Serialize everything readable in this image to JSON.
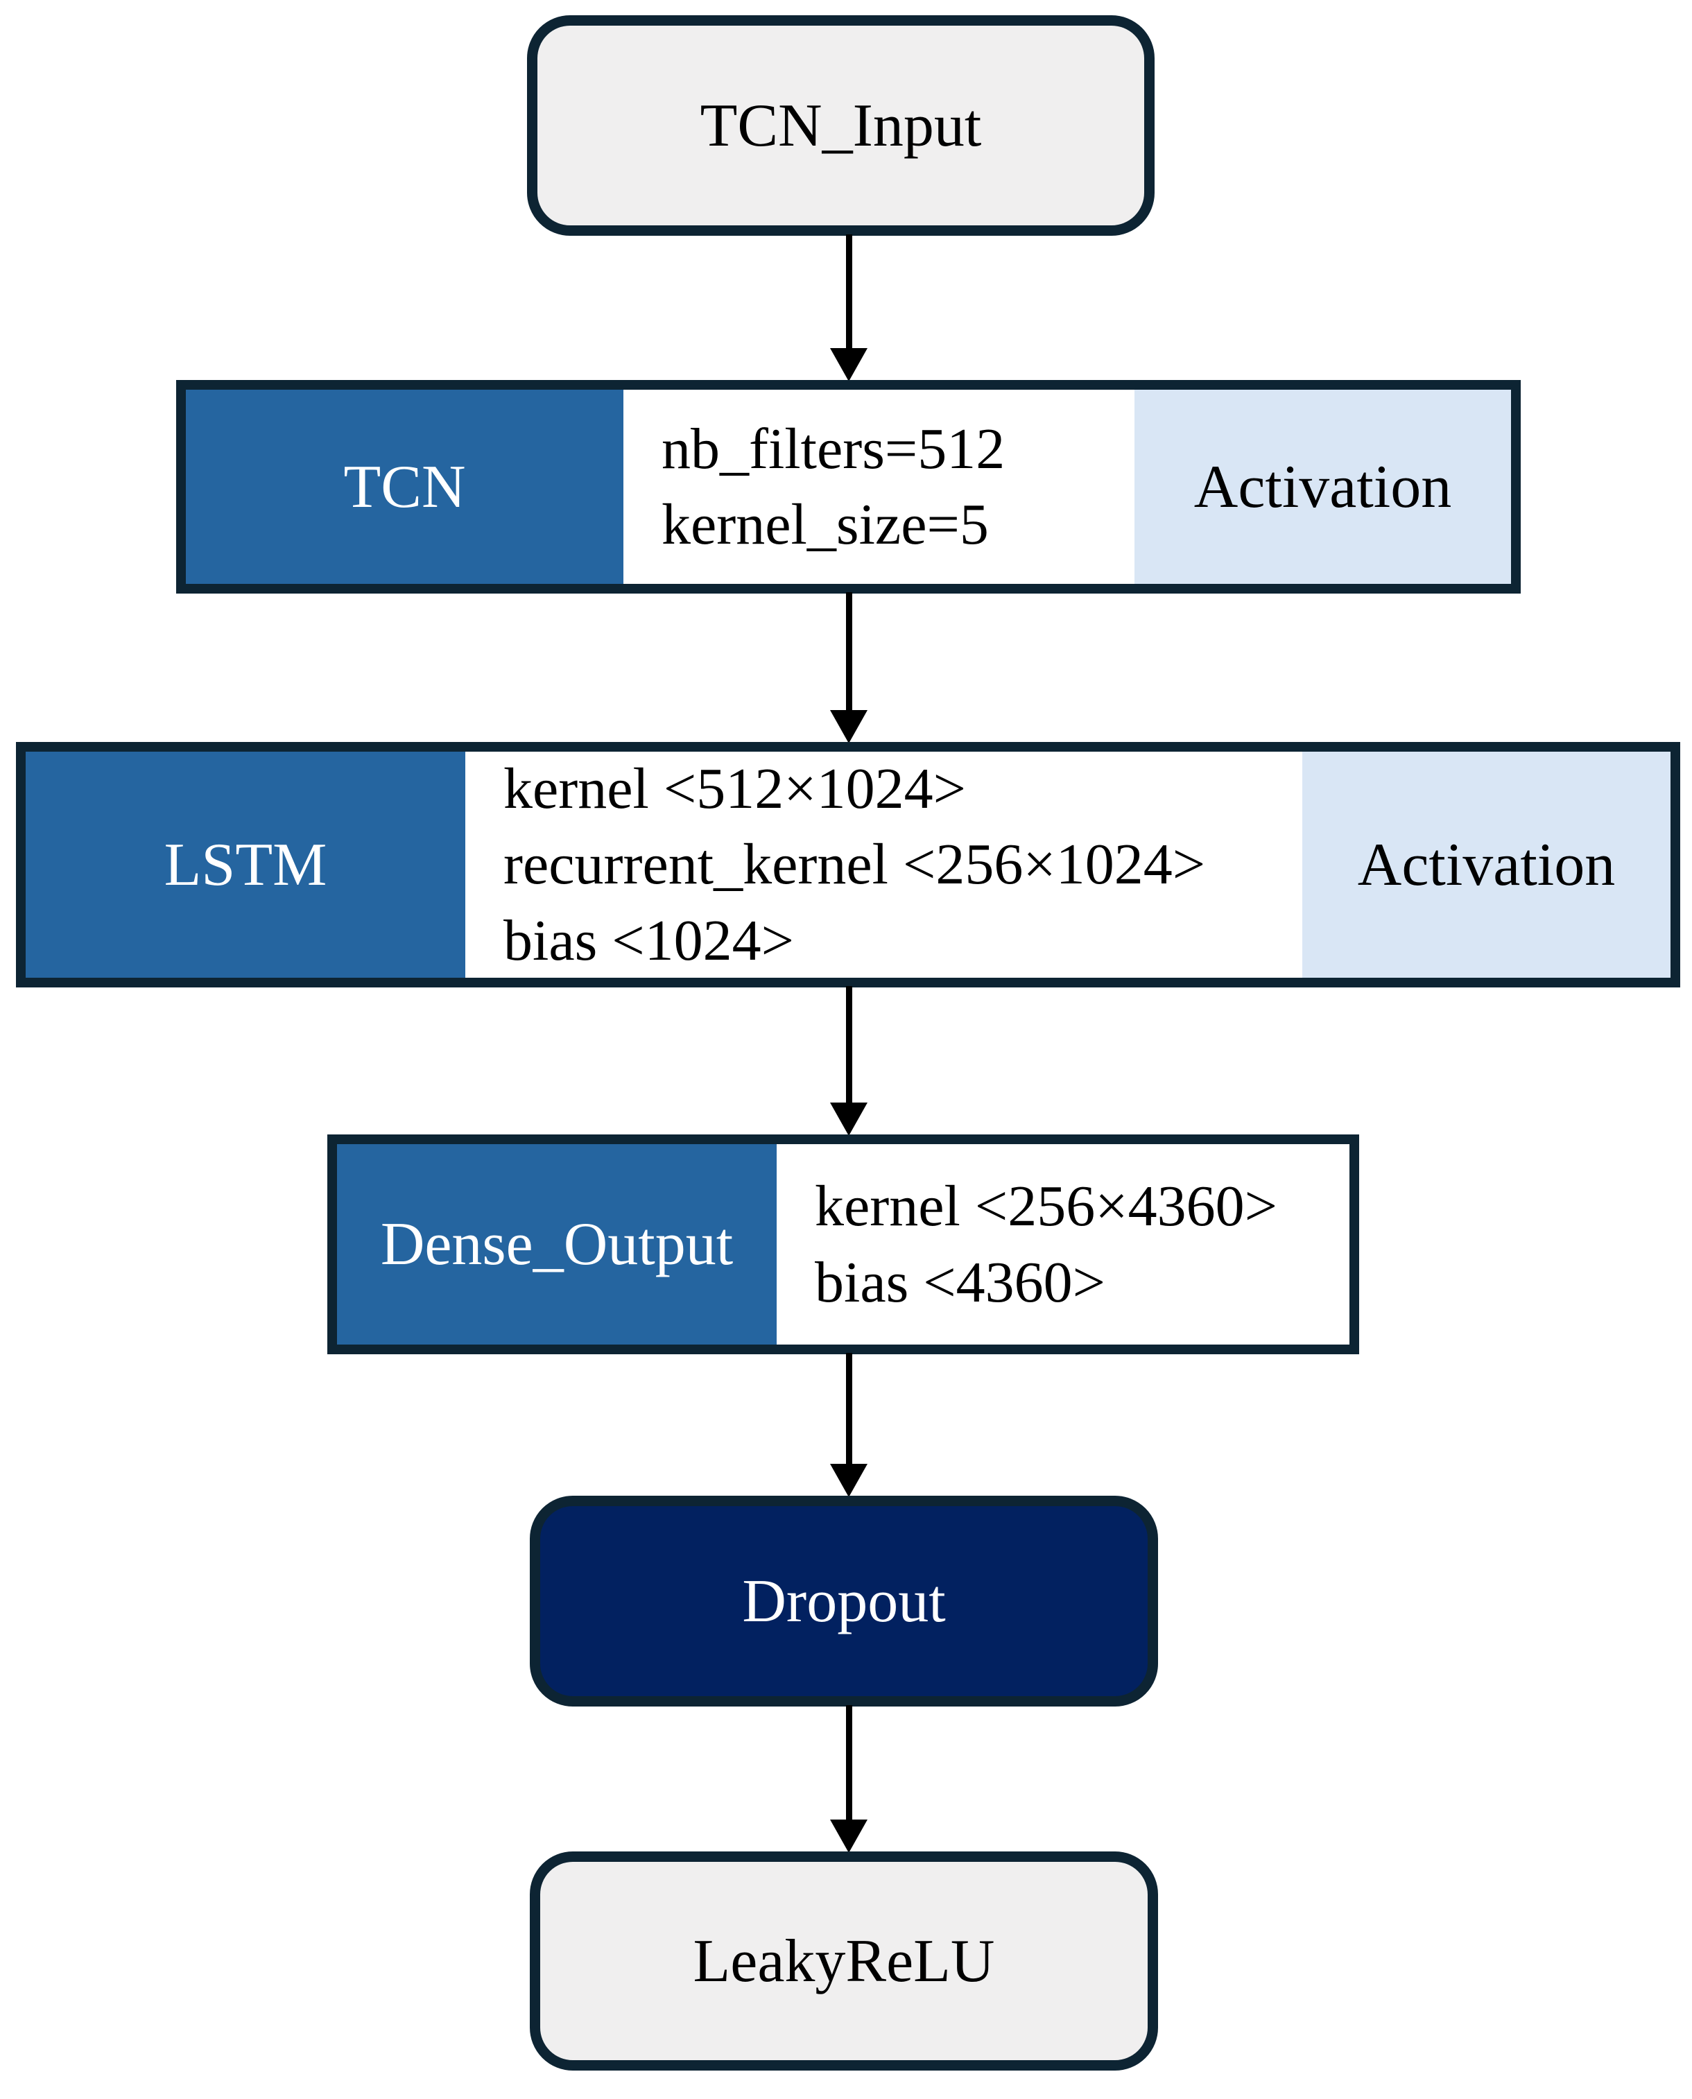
{
  "colors": {
    "border": "#0d2433",
    "blue": "#2565a0",
    "lightblue": "#d9e6f5",
    "navy": "#022160",
    "lightgray": "#f0efef",
    "arrow": "#000000"
  },
  "diagram": {
    "nodes": {
      "tcn_input": {
        "label": "TCN_Input"
      },
      "tcn": {
        "label": "TCN",
        "params": [
          "nb_filters=512",
          "kernel_size=5"
        ],
        "activation": "Activation"
      },
      "lstm": {
        "label": "LSTM",
        "params": [
          "kernel <512×1024>",
          "recurrent_kernel <256×1024>",
          "bias <1024>"
        ],
        "activation": "Activation"
      },
      "dense_output": {
        "label": "Dense_Output",
        "params": [
          "kernel <256×4360>",
          "bias <4360>"
        ]
      },
      "dropout": {
        "label": "Dropout"
      },
      "leakyrelu": {
        "label": "LeakyReLU"
      }
    },
    "edges": [
      {
        "from": "tcn_input",
        "to": "tcn"
      },
      {
        "from": "tcn",
        "to": "lstm"
      },
      {
        "from": "lstm",
        "to": "dense_output"
      },
      {
        "from": "dense_output",
        "to": "dropout"
      },
      {
        "from": "dropout",
        "to": "leakyrelu"
      }
    ]
  }
}
